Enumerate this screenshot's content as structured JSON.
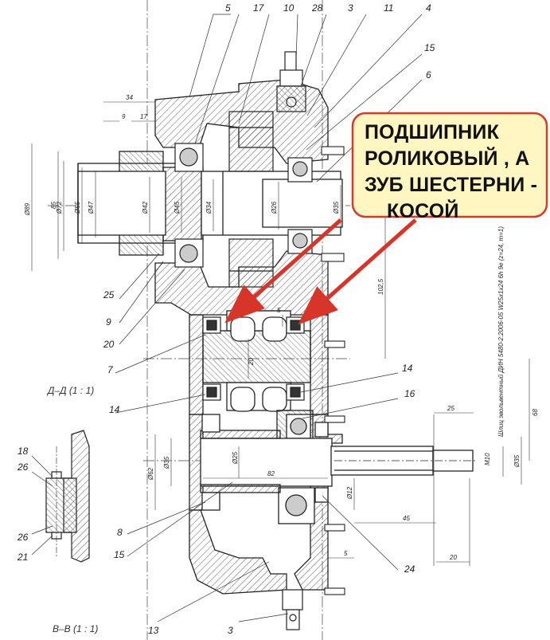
{
  "callout": {
    "lines": [
      "ПОДШИПНИК",
      "РОЛИКОВЫЙ , А",
      "ЗУБ ШЕСТЕРНИ -",
      "КОСОЙ"
    ]
  },
  "part_numbers": {
    "p5": "5",
    "p17": "17",
    "p10": "10",
    "p28": "28",
    "p3a": "3",
    "p11": "11",
    "p4": "4",
    "p15a": "15",
    "p6": "6",
    "p25": "25",
    "p9": "9",
    "p20": "20",
    "p7": "7",
    "p14a": "14",
    "p14b": "14",
    "p16": "16",
    "p8": "8",
    "p15b": "15",
    "p24": "24",
    "p13": "13",
    "p3b": "3",
    "p18": "18",
    "p26a": "26",
    "p26b": "26",
    "p21": "21"
  },
  "section_labels": {
    "dd": "Д–Д (1 : 1)",
    "vv": "В–В (1 : 1)"
  },
  "dimensions": {
    "d34": "34",
    "d9": "9",
    "d17": "17",
    "d89": "Ø89",
    "d85": "85",
    "d72": "Ø72",
    "d55": "Ø55",
    "d47": "Ø47",
    "d42": "Ø42",
    "d45": "Ø45",
    "d34b": "Ø34",
    "d26": "Ø26",
    "d35a": "Ø35",
    "d1025": "102,5",
    "d5a": "5",
    "d20": "20",
    "d68": "68",
    "d25a": "25",
    "d62": "Ø62",
    "d35b": "Ø35",
    "d25b": "Ø25",
    "d82": "82",
    "dm10": "M10",
    "d35c": "Ø35",
    "d12": "Ø12",
    "d45b": "45",
    "d5b": "5",
    "d20b": "20",
    "spline_note": "Шлиц эвольвентный ДИН 5480-2:2006-05 W25x1x24 6h 9e (z=24, m=1)"
  },
  "colors": {
    "callout_bg": "#FFF6C2",
    "callout_border": "#D43B2B",
    "arrow": "#D8352A",
    "line": "#222222"
  }
}
